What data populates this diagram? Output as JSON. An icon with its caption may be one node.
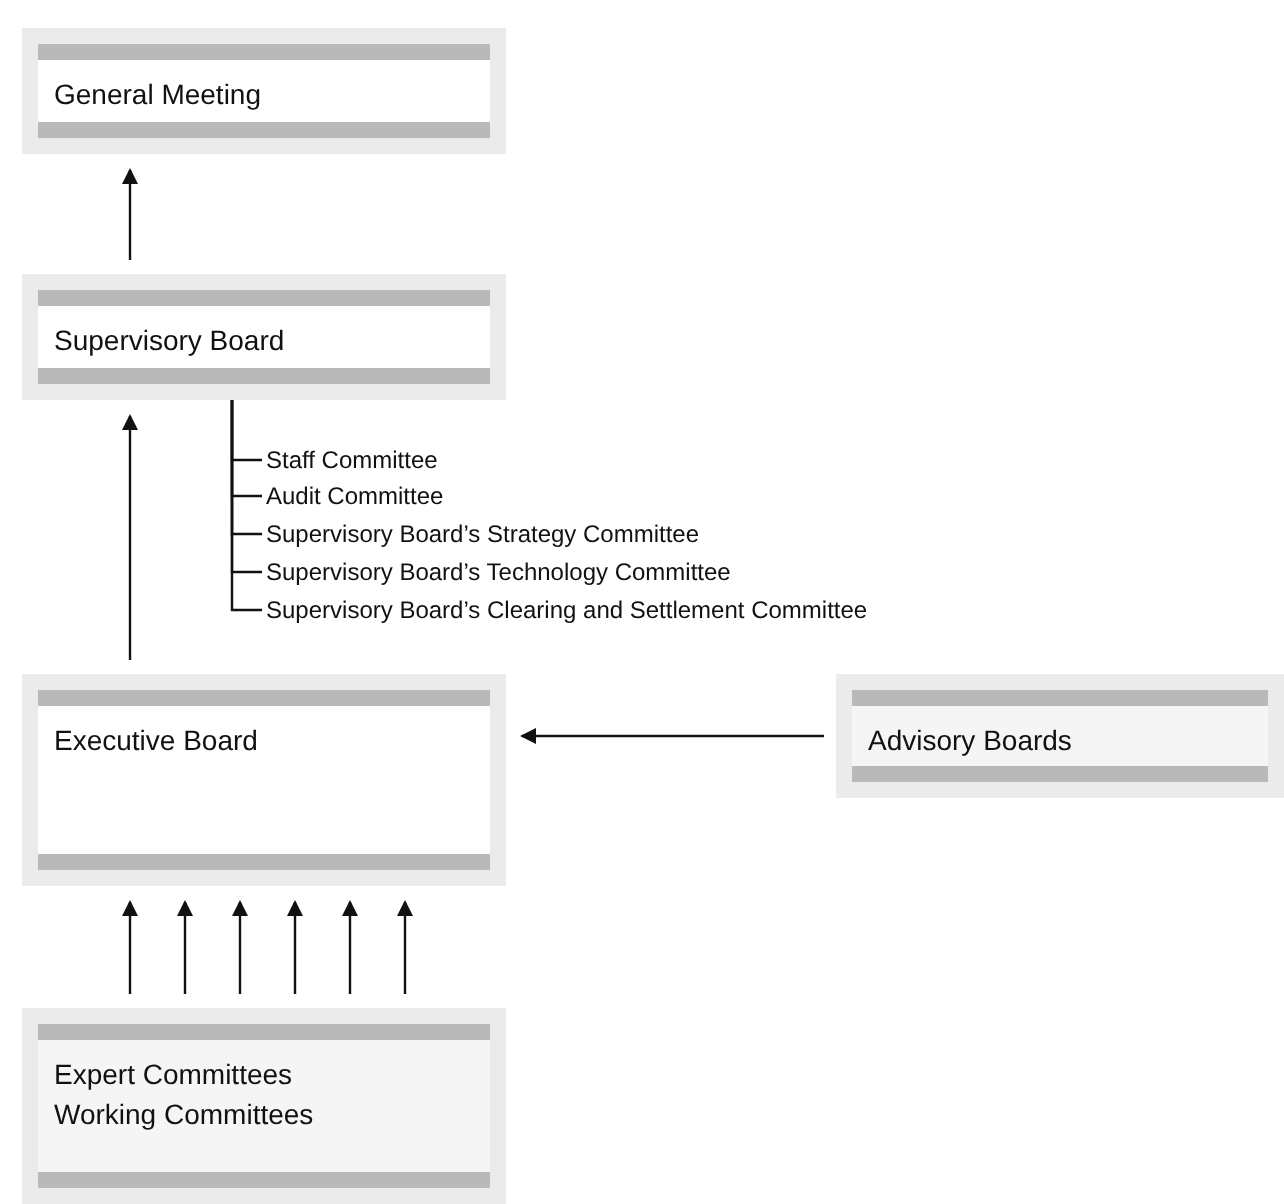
{
  "diagram": {
    "nodes": [
      {
        "text": [
          "General Meeting"
        ]
      },
      {
        "text": [
          "Supervisory Board"
        ]
      },
      {
        "text": [
          "Staff Committee"
        ]
      },
      {
        "text": [
          "Audit Committee"
        ]
      },
      {
        "text": [
          "Supervisory Board’s Strategy Committee"
        ]
      },
      {
        "text": [
          "Supervisory Board’s Technology Committee"
        ]
      },
      {
        "text": [
          "Supervisory Board’s Clearing and Settlement Committee"
        ]
      },
      {
        "text": [
          "Executive Board"
        ]
      },
      {
        "text": [
          "Advisory Boards"
        ]
      },
      {
        "text": [
          "Expert Committees",
          "Working Committees"
        ]
      }
    ],
    "edges": [
      {
        "from": 1,
        "to": 0,
        "arrow": "to"
      },
      {
        "from": 1,
        "to": 2,
        "arrow": "none"
      },
      {
        "from": 1,
        "to": 3,
        "arrow": "none"
      },
      {
        "from": 1,
        "to": 4,
        "arrow": "none"
      },
      {
        "from": 1,
        "to": 5,
        "arrow": "none"
      },
      {
        "from": 1,
        "to": 6,
        "arrow": "none"
      },
      {
        "from": 7,
        "to": 1,
        "arrow": "to"
      },
      {
        "from": 8,
        "to": 7,
        "arrow": "to"
      },
      {
        "from": 9,
        "to": 7,
        "arrow": "to"
      },
      {
        "from": 9,
        "to": 7,
        "arrow": "to"
      },
      {
        "from": 9,
        "to": 7,
        "arrow": "to"
      },
      {
        "from": 9,
        "to": 7,
        "arrow": "to"
      },
      {
        "from": 9,
        "to": 7,
        "arrow": "to"
      },
      {
        "from": 9,
        "to": 7,
        "arrow": "to"
      }
    ]
  }
}
